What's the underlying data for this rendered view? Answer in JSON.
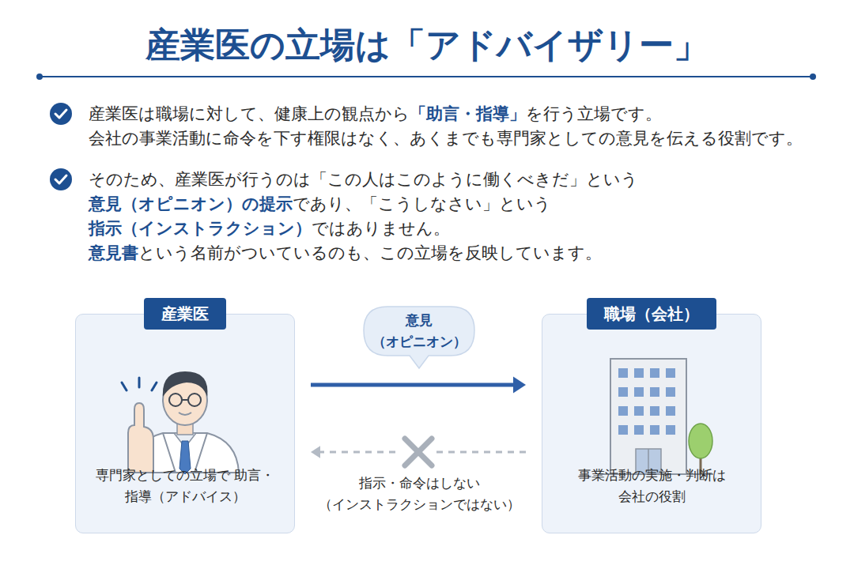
{
  "diagram": {
    "title": "産業医の立場は「アドバイザリー」",
    "nodes": [
      {
        "text": [
          "産業医",
          "専門家としての立場で 助言・指導（アドバイス）"
        ]
      },
      {
        "text": [
          "職場（会社）",
          "事業活動の実施・判断は 会社の役割"
        ]
      }
    ],
    "edges": [
      {
        "from": 0,
        "to": 1,
        "arrow": "to",
        "label": "意見 （オピニオン）"
      },
      {
        "from": 1,
        "to": 0,
        "arrow": "to",
        "label": "指示・命令はしない （インストラクションではない）"
      }
    ],
    "labels": [
      "産業医は職場に対して、健康上の観点から",
      "「助言・指導」",
      "を行う立場です。",
      "会社の事業活動に命令を下す権限はなく、あくまでも専門家としての意見を伝える役割です。",
      "そのため、産業医が行うのは「この人はこのように働くべきだ」という",
      "意見（オピニオン）の提示",
      "であり、「こうしなさい」という",
      "指示（インストラクション）",
      "ではありません。",
      "意見書",
      "という名前がついているのも、この立場を反映しています。"
    ]
  }
}
